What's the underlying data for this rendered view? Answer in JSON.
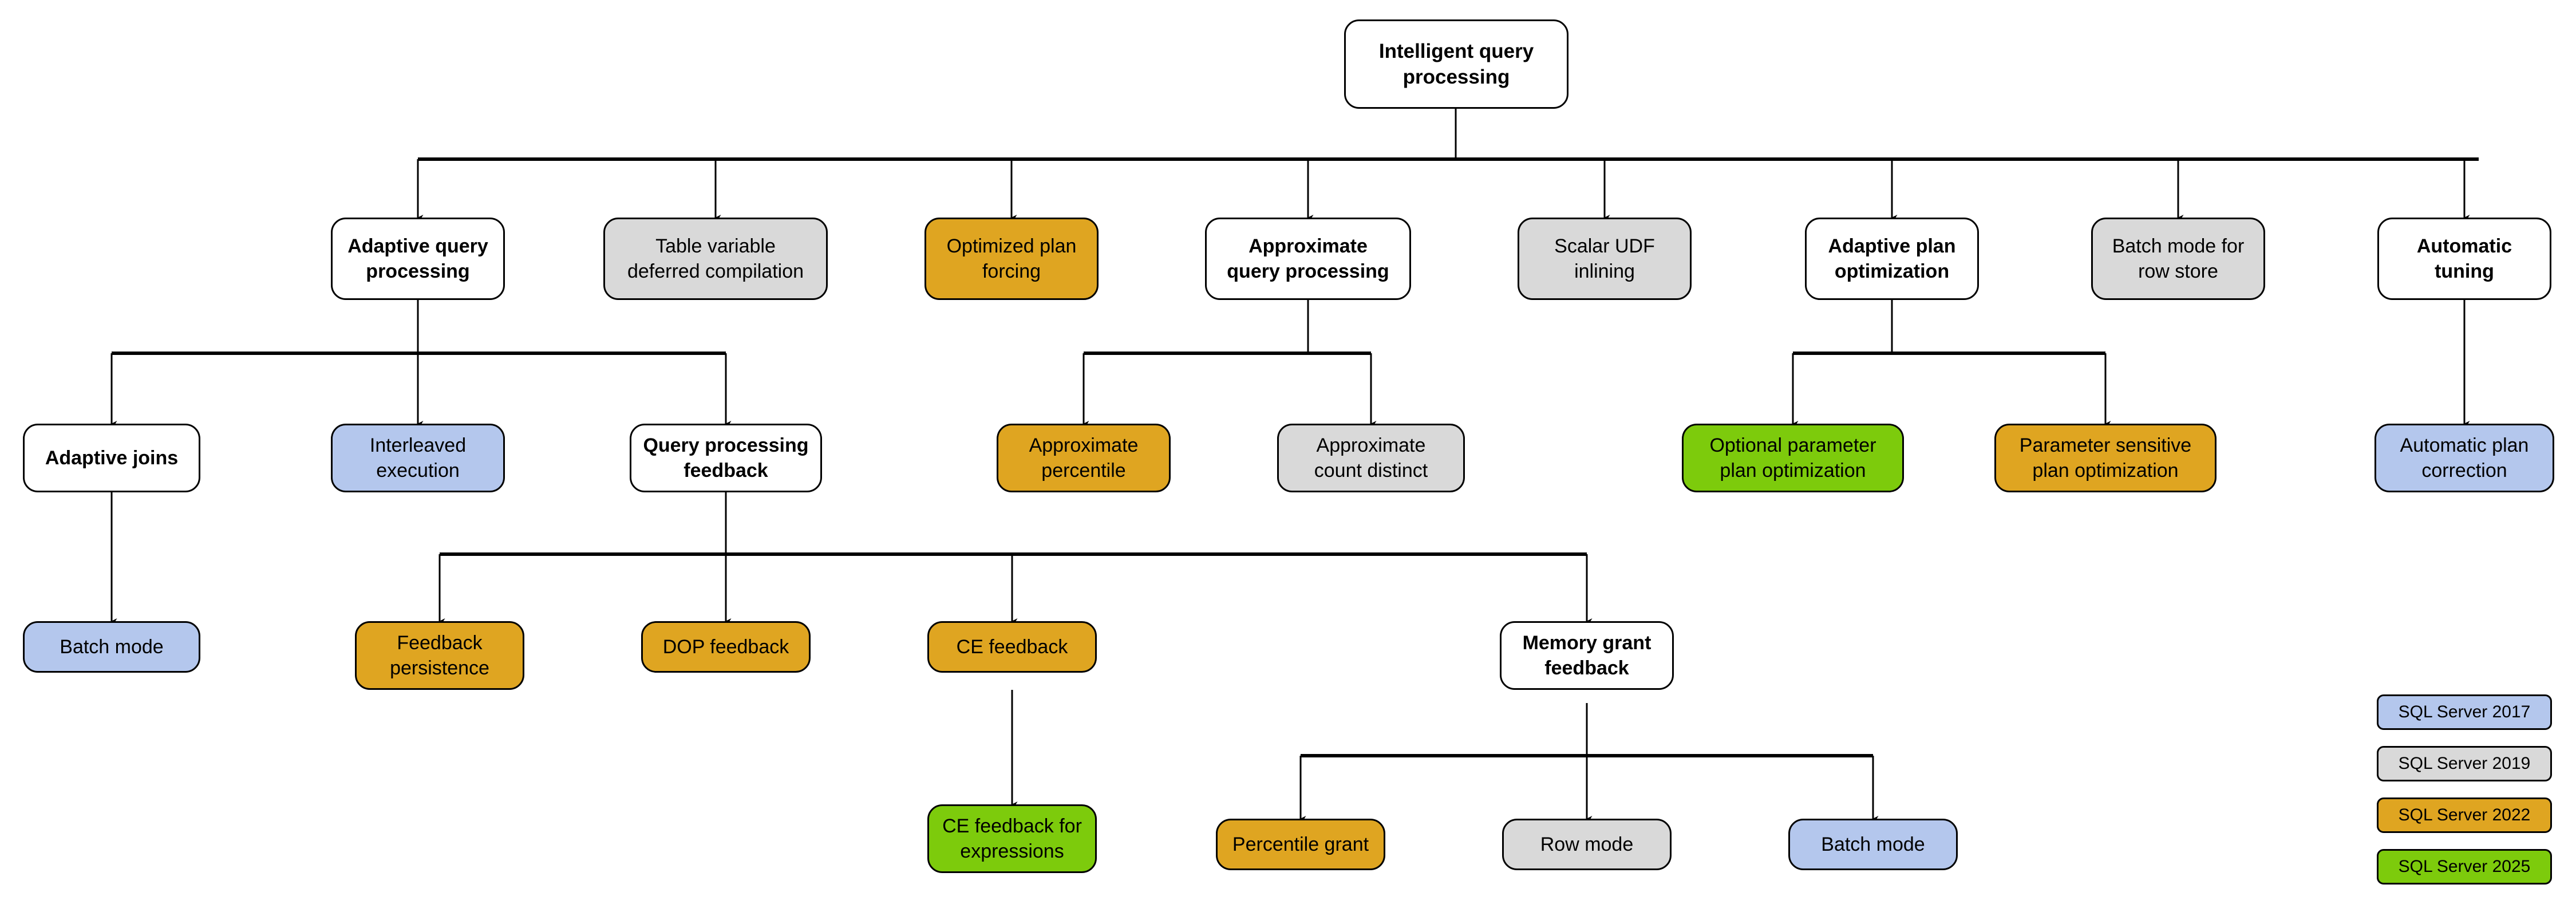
{
  "diagram": {
    "title": "Intelligent query processing",
    "type": "tree-hierarchy"
  },
  "nodes": {
    "root": {
      "label": "Intelligent query\nprocessing",
      "variant": "white"
    },
    "adaptive_query_processing": {
      "label": "Adaptive query\nprocessing",
      "variant": "white"
    },
    "table_variable_deferred_compilation": {
      "label": "Table variable\ndeferred compilation",
      "variant": "2019"
    },
    "optimized_plan_forcing": {
      "label": "Optimized plan\nforcing",
      "variant": "2022"
    },
    "approximate_query_processing": {
      "label": "Approximate\nquery processing",
      "variant": "white"
    },
    "scalar_udf_inlining": {
      "label": "Scalar UDF\ninlining",
      "variant": "2019"
    },
    "adaptive_plan_optimization": {
      "label": "Adaptive plan\noptimization",
      "variant": "white"
    },
    "batch_mode_for_row_store": {
      "label": "Batch mode for\nrow store",
      "variant": "2019"
    },
    "automatic_tuning": {
      "label": "Automatic\ntuning",
      "variant": "white"
    },
    "adaptive_joins": {
      "label": "Adaptive joins",
      "variant": "white"
    },
    "interleaved_execution": {
      "label": "Interleaved\nexecution",
      "variant": "2017"
    },
    "query_processing_feedback": {
      "label": "Query processing\nfeedback",
      "variant": "white"
    },
    "approximate_percentile": {
      "label": "Approximate\npercentile",
      "variant": "2022"
    },
    "approximate_count_distinct": {
      "label": "Approximate\ncount distinct",
      "variant": "2019"
    },
    "optional_parameter_plan_optimization": {
      "label": "Optional parameter\nplan optimization",
      "variant": "2025"
    },
    "parameter_sensitive_plan_optimization": {
      "label": "Parameter sensitive\nplan optimization",
      "variant": "2022"
    },
    "automatic_plan_correction": {
      "label": "Automatic plan\ncorrection",
      "variant": "2017"
    },
    "batch_mode_joins": {
      "label": "Batch mode",
      "variant": "2017"
    },
    "feedback_persistence": {
      "label": "Feedback\npersistence",
      "variant": "2022"
    },
    "dop_feedback": {
      "label": "DOP feedback",
      "variant": "2022"
    },
    "ce_feedback": {
      "label": "CE feedback",
      "variant": "2022"
    },
    "memory_grant_feedback": {
      "label": "Memory grant\nfeedback",
      "variant": "white"
    },
    "ce_feedback_for_expressions": {
      "label": "CE feedback for\nexpressions",
      "variant": "2025"
    },
    "percentile_grant": {
      "label": "Percentile grant",
      "variant": "2022"
    },
    "row_mode": {
      "label": "Row mode",
      "variant": "2019"
    },
    "batch_mode_grant": {
      "label": "Batch mode",
      "variant": "2017"
    }
  },
  "legend": {
    "items": [
      {
        "label": "SQL Server 2017",
        "variant": "2017",
        "color": "#B4C7ED"
      },
      {
        "label": "SQL Server 2019",
        "variant": "2019",
        "color": "#D9D9D9"
      },
      {
        "label": "SQL Server 2022",
        "variant": "2022",
        "color": "#DFA521"
      },
      {
        "label": "SQL Server 2025",
        "variant": "2025",
        "color": "#7DCB0C"
      }
    ]
  },
  "colors": {
    "white": "#FFFFFF",
    "sql2017": "#B4C7ED",
    "sql2019": "#D9D9D9",
    "sql2022": "#DFA521",
    "sql2025": "#7DCB0C",
    "stroke": "#000000"
  },
  "relationships": [
    {
      "from": "root",
      "to": "adaptive_query_processing"
    },
    {
      "from": "root",
      "to": "table_variable_deferred_compilation"
    },
    {
      "from": "root",
      "to": "optimized_plan_forcing"
    },
    {
      "from": "root",
      "to": "approximate_query_processing"
    },
    {
      "from": "root",
      "to": "scalar_udf_inlining"
    },
    {
      "from": "root",
      "to": "adaptive_plan_optimization"
    },
    {
      "from": "root",
      "to": "batch_mode_for_row_store"
    },
    {
      "from": "root",
      "to": "automatic_tuning"
    },
    {
      "from": "adaptive_query_processing",
      "to": "adaptive_joins"
    },
    {
      "from": "adaptive_query_processing",
      "to": "interleaved_execution"
    },
    {
      "from": "adaptive_query_processing",
      "to": "query_processing_feedback"
    },
    {
      "from": "approximate_query_processing",
      "to": "approximate_percentile"
    },
    {
      "from": "approximate_query_processing",
      "to": "approximate_count_distinct"
    },
    {
      "from": "adaptive_plan_optimization",
      "to": "optional_parameter_plan_optimization"
    },
    {
      "from": "adaptive_plan_optimization",
      "to": "parameter_sensitive_plan_optimization"
    },
    {
      "from": "automatic_tuning",
      "to": "automatic_plan_correction"
    },
    {
      "from": "adaptive_joins",
      "to": "batch_mode_joins"
    },
    {
      "from": "query_processing_feedback",
      "to": "feedback_persistence"
    },
    {
      "from": "query_processing_feedback",
      "to": "dop_feedback"
    },
    {
      "from": "query_processing_feedback",
      "to": "ce_feedback"
    },
    {
      "from": "query_processing_feedback",
      "to": "memory_grant_feedback"
    },
    {
      "from": "ce_feedback",
      "to": "ce_feedback_for_expressions"
    },
    {
      "from": "memory_grant_feedback",
      "to": "percentile_grant"
    },
    {
      "from": "memory_grant_feedback",
      "to": "row_mode"
    },
    {
      "from": "memory_grant_feedback",
      "to": "batch_mode_grant"
    }
  ]
}
